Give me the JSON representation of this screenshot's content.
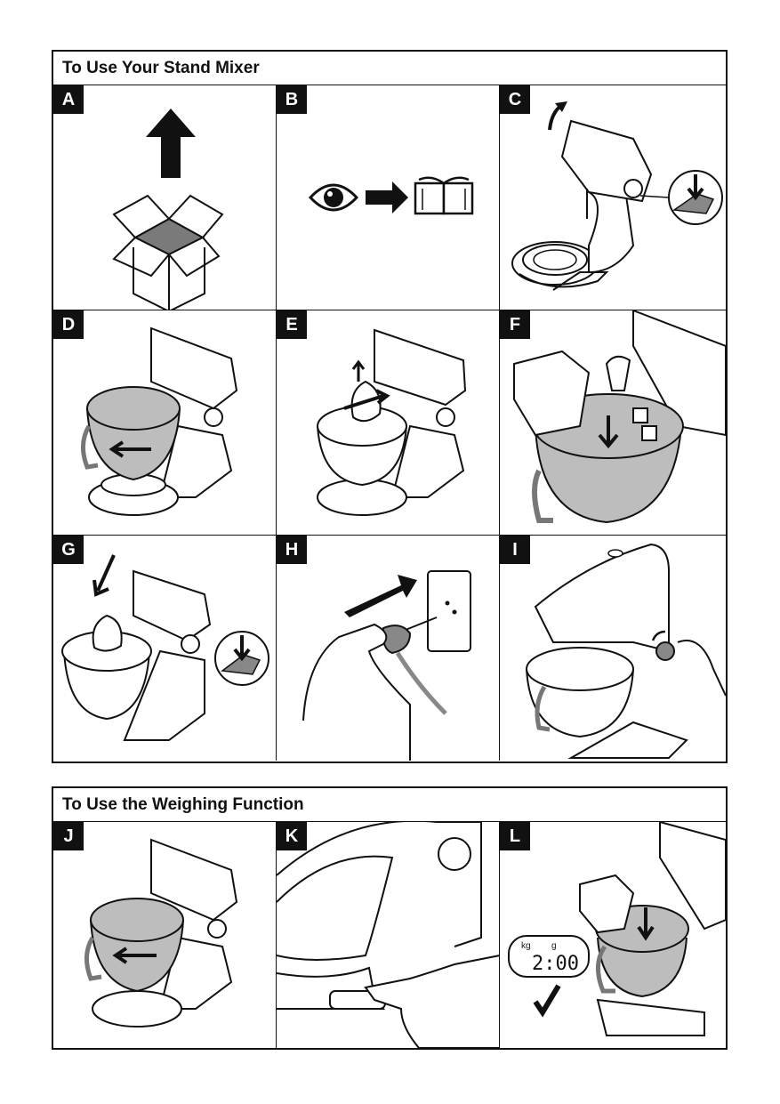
{
  "sections": [
    {
      "title": "To Use Your Stand Mixer",
      "panels": [
        {
          "label": "A",
          "icon": "unbox-icon"
        },
        {
          "label": "B",
          "icon": "read-manual-icon"
        },
        {
          "label": "C",
          "icon": "lift-head-icon"
        },
        {
          "label": "D",
          "icon": "fit-bowl-icon"
        },
        {
          "label": "E",
          "icon": "fit-tool-icon"
        },
        {
          "label": "F",
          "icon": "add-ingredients-icon"
        },
        {
          "label": "G",
          "icon": "lower-head-icon"
        },
        {
          "label": "H",
          "icon": "plug-in-icon"
        },
        {
          "label": "I",
          "icon": "turn-speed-knob-icon"
        }
      ]
    },
    {
      "title": "To Use the Weighing Function",
      "panels": [
        {
          "label": "J",
          "icon": "fit-bowl-icon"
        },
        {
          "label": "K",
          "icon": "press-scale-button-icon"
        },
        {
          "label": "L",
          "icon": "weigh-ingredients-icon"
        }
      ]
    }
  ],
  "scale_display": {
    "unit_kg": "kg",
    "unit_g": "g",
    "reading": "2:00"
  }
}
